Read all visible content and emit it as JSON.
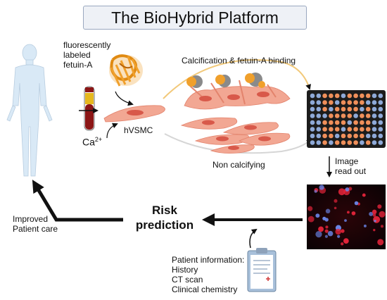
{
  "title": "The BioHybrid Platform",
  "labels": {
    "fetuin": [
      "fluorescently",
      "labeled",
      "fetuin-A"
    ],
    "calcium_base": "Ca",
    "calcium_sup": "2+",
    "cell_type": "hVSMC",
    "calcification": "Calcification & fetuin-A binding",
    "non_calcifying": "Non calcifying",
    "image_readout": [
      "Image",
      "read out"
    ],
    "improved": [
      "Improved",
      "Patient care"
    ],
    "risk": [
      "Risk",
      "prediction"
    ],
    "patient_info": [
      "Patient information:",
      "History",
      "CT scan",
      "Clinical chemistry"
    ]
  },
  "colors": {
    "title_bg": "#eef1f6",
    "title_border": "#9aa8bf",
    "person": "#d9e9f6",
    "cell": "#f2a793",
    "cell_nucleus": "#d8594a",
    "protein": "#f0a02c",
    "plate": "#1c1c1c",
    "well_orange": "#ef8f5a",
    "well_blue": "#8ea9d8",
    "blood": "#8c1616",
    "serum": "#e6b81e",
    "arrow": "#111111",
    "arc": "#f2c97a"
  },
  "icons": {
    "person": "human-figure-icon",
    "tube": "blood-tube-icon",
    "protein": "protein-structure-icon",
    "plate": "well-plate-icon",
    "microscopy": "fluorescence-image-icon",
    "clipboard": "clipboard-icon"
  }
}
